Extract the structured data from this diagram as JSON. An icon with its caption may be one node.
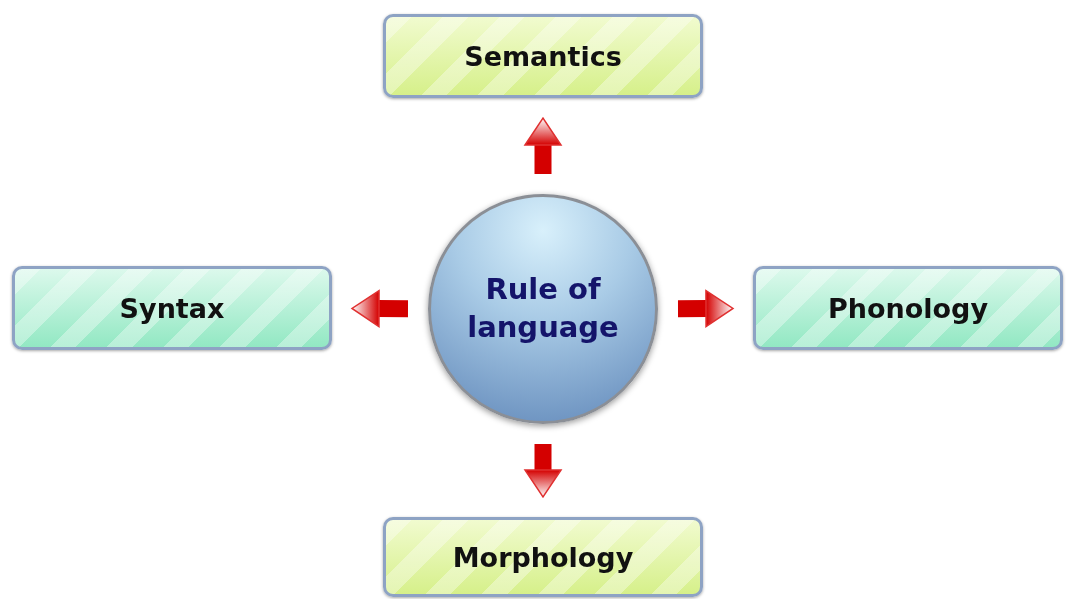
{
  "diagram": {
    "nodes": [
      {
        "text": [
          "Semantics"
        ]
      },
      {
        "text": [
          "Syntax"
        ]
      },
      {
        "text": [
          "Rule of language"
        ]
      },
      {
        "text": [
          "Phonology"
        ]
      },
      {
        "text": [
          "Morphology"
        ]
      }
    ],
    "edges": [
      {
        "from": 2,
        "to": 0,
        "arrow": "to"
      },
      {
        "from": 2,
        "to": 1,
        "arrow": "to"
      },
      {
        "from": 2,
        "to": 3,
        "arrow": "to"
      },
      {
        "from": 2,
        "to": 4,
        "arrow": "to"
      }
    ]
  }
}
